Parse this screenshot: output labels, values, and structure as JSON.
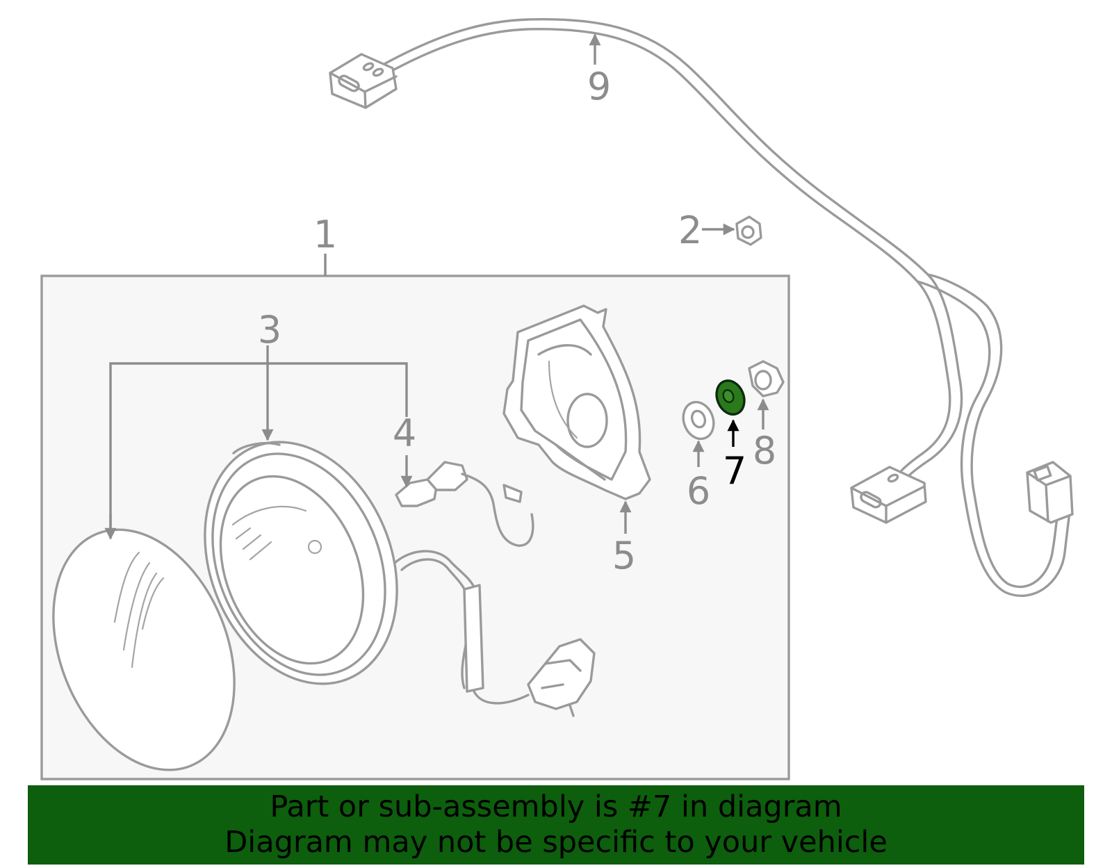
{
  "callouts": {
    "c1": "1",
    "c2": "2",
    "c3": "3",
    "c4": "4",
    "c5": "5",
    "c6": "6",
    "c7": "7",
    "c8": "8",
    "c9": "9"
  },
  "highlighted_part": "7",
  "colors": {
    "banner": "#0d5e0d",
    "highlight": "#2a7a1c",
    "parts": "#9a9a9a"
  },
  "banner": {
    "line1": "Part or sub-assembly is #7 in diagram",
    "line2": "Diagram may not be specific to your vehicle"
  }
}
